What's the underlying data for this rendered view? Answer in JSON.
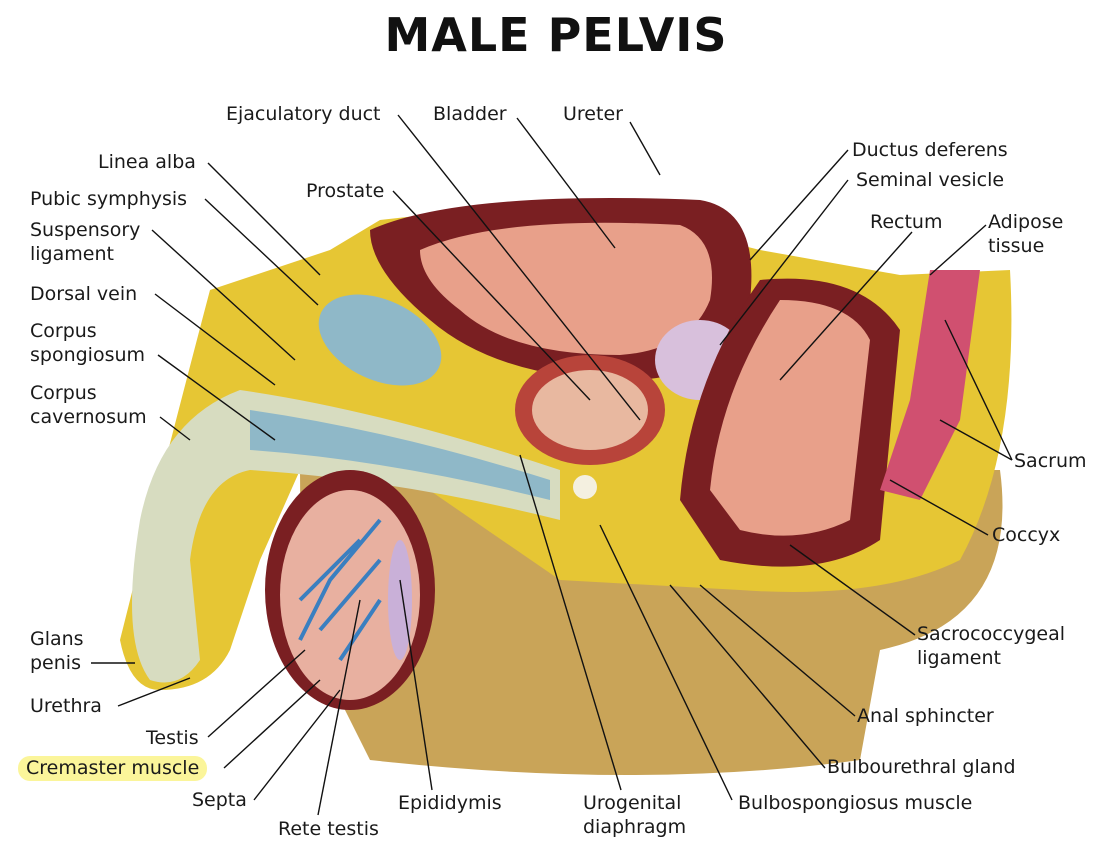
{
  "title": "MALE PELVIS",
  "colors": {
    "highlight": "#fbf59a",
    "base_tan": "#c9a458",
    "fat_yellow": "#e6c634",
    "muscle_dark": "#7a1f22",
    "tissue_pink": "#e8a08a",
    "ligament_blue": "#8fb8c8"
  },
  "labels": {
    "ejaculatory_duct": "Ejaculatory duct",
    "bladder": "Bladder",
    "ureter": "Ureter",
    "linea_alba": "Linea alba",
    "pubic_symphysis": "Pubic symphysis",
    "prostate": "Prostate",
    "ductus_deferens": "Ductus deferens",
    "seminal_vesicle": "Seminal vesicle",
    "suspensory_1": "Suspensory",
    "suspensory_2": "ligament",
    "rectum": "Rectum",
    "adipose_1": "Adipose",
    "adipose_2": "tissue",
    "dorsal_vein": "Dorsal vein",
    "corpus_spongiosum_1": "Corpus",
    "corpus_spongiosum_2": "spongiosum",
    "corpus_cavernosum_1": "Corpus",
    "corpus_cavernosum_2": "cavernosum",
    "sacrum": "Sacrum",
    "coccyx": "Coccyx",
    "glans_1": "Glans",
    "glans_2": "penis",
    "sacrococcygeal_1": "Sacrococcygeal",
    "sacrococcygeal_2": "ligament",
    "urethra": "Urethra",
    "anal_sphincter": "Anal sphincter",
    "testis": "Testis",
    "cremaster": "Cremaster muscle",
    "bulbourethral": "Bulbourethral gland",
    "septa": "Septa",
    "epididymis": "Epididymis",
    "urogenital_1": "Urogenital",
    "urogenital_2": "diaphragm",
    "bulbospongiosus": "Bulbospongiosus muscle",
    "rete_testis": "Rete testis"
  }
}
